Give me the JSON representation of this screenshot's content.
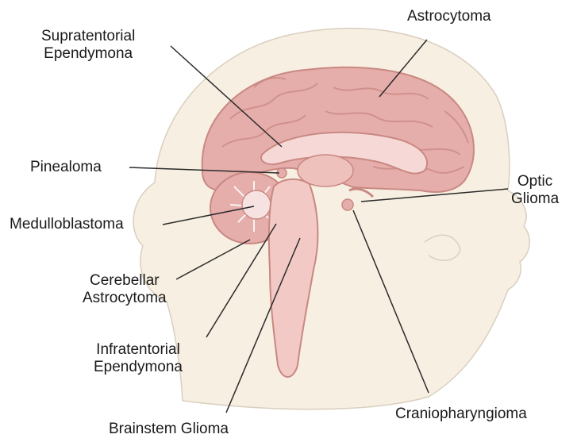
{
  "labels": {
    "supratentorial": {
      "line1": "Supratentorial",
      "line2": "Ependymona"
    },
    "astrocytoma": "Astrocytoma",
    "pinealoma": "Pinealoma",
    "optic": {
      "line1": "Optic",
      "line2": "Glioma"
    },
    "medulloblastoma": "Medulloblastoma",
    "cerebellar": {
      "line1": "Cerebellar",
      "line2": "Astrocytoma"
    },
    "infratentorial": {
      "line1": "Infratentorial",
      "line2": "Ependymona"
    },
    "brainstem": "Brainstem Glioma",
    "craniopharyngioma": "Craniopharyngioma"
  },
  "colors": {
    "skin": "#f7efe1",
    "skin_outline": "#d9cfbf",
    "brain": "#e6aeab",
    "brain_dark": "#c98882",
    "brainstem": "#f2c9c5",
    "leader_line": "#2b2b2b"
  }
}
